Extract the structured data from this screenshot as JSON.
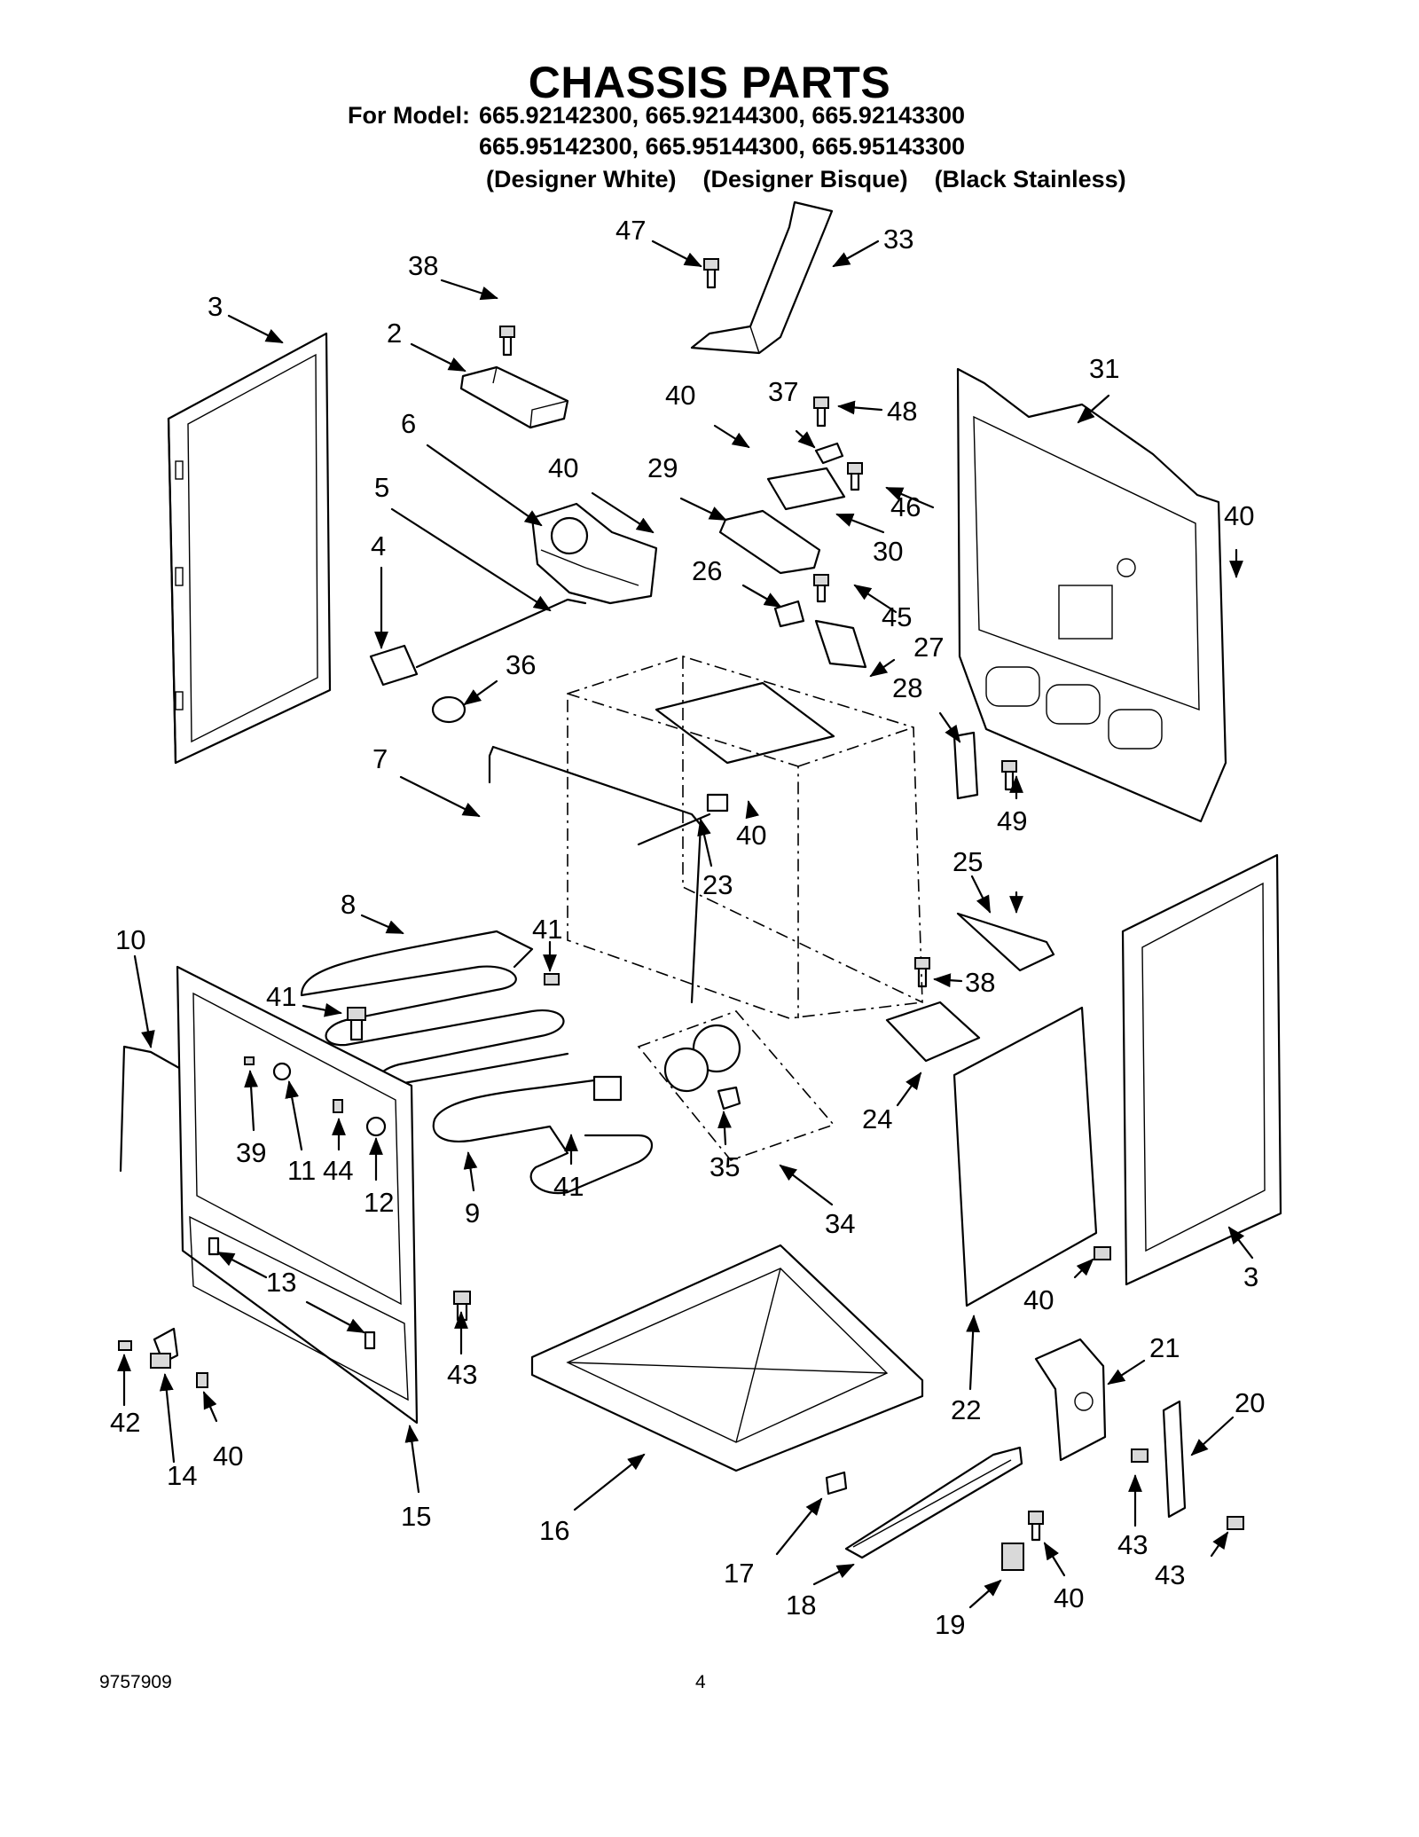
{
  "header": {
    "title": "CHASSIS PARTS",
    "for_model_label": "For Model:",
    "models_row1": "665.92142300, 665.92144300, 665.92143300",
    "models_row2": "665.95142300, 665.95144300, 665.95143300",
    "finishes": "(Designer White)    (Designer Bisque)    (Black Stainless)"
  },
  "footer": {
    "doc_number": "9757909",
    "page_number": "4"
  },
  "callouts": [
    {
      "id": "c47",
      "text": "47"
    },
    {
      "id": "c33",
      "text": "33"
    },
    {
      "id": "c3a",
      "text": "3"
    },
    {
      "id": "c38a",
      "text": "38"
    },
    {
      "id": "c2",
      "text": "2"
    },
    {
      "id": "c31",
      "text": "31"
    },
    {
      "id": "c40a",
      "text": "40"
    },
    {
      "id": "c37",
      "text": "37"
    },
    {
      "id": "c48",
      "text": "48"
    },
    {
      "id": "c6",
      "text": "6"
    },
    {
      "id": "c40b",
      "text": "40"
    },
    {
      "id": "c29",
      "text": "29"
    },
    {
      "id": "c46",
      "text": "46"
    },
    {
      "id": "c5",
      "text": "5"
    },
    {
      "id": "c40c",
      "text": "40"
    },
    {
      "id": "c30",
      "text": "30"
    },
    {
      "id": "c4",
      "text": "4"
    },
    {
      "id": "c26",
      "text": "26"
    },
    {
      "id": "c45",
      "text": "45"
    },
    {
      "id": "c27",
      "text": "27"
    },
    {
      "id": "c36",
      "text": "36"
    },
    {
      "id": "c28",
      "text": "28"
    },
    {
      "id": "c7",
      "text": "7"
    },
    {
      "id": "c40d",
      "text": "40"
    },
    {
      "id": "c49",
      "text": "49"
    },
    {
      "id": "c23",
      "text": "23"
    },
    {
      "id": "c25",
      "text": "25"
    },
    {
      "id": "c8",
      "text": "8"
    },
    {
      "id": "c41a",
      "text": "41"
    },
    {
      "id": "c10",
      "text": "10"
    },
    {
      "id": "c41b",
      "text": "41"
    },
    {
      "id": "c38b",
      "text": "38"
    },
    {
      "id": "c24",
      "text": "24"
    },
    {
      "id": "c39",
      "text": "39"
    },
    {
      "id": "c11",
      "text": "11"
    },
    {
      "id": "c44",
      "text": "44"
    },
    {
      "id": "c12",
      "text": "12"
    },
    {
      "id": "c35",
      "text": "35"
    },
    {
      "id": "c41c",
      "text": "41"
    },
    {
      "id": "c9",
      "text": "9"
    },
    {
      "id": "c34",
      "text": "34"
    },
    {
      "id": "c3b",
      "text": "3"
    },
    {
      "id": "c13",
      "text": "13"
    },
    {
      "id": "c40e",
      "text": "40"
    },
    {
      "id": "c43a",
      "text": "43"
    },
    {
      "id": "c21",
      "text": "21"
    },
    {
      "id": "c42",
      "text": "42"
    },
    {
      "id": "c14",
      "text": "14"
    },
    {
      "id": "c40f",
      "text": "40"
    },
    {
      "id": "c22",
      "text": "22"
    },
    {
      "id": "c20",
      "text": "20"
    },
    {
      "id": "c15",
      "text": "15"
    },
    {
      "id": "c16",
      "text": "16"
    },
    {
      "id": "c43b",
      "text": "43"
    },
    {
      "id": "c43c",
      "text": "43"
    },
    {
      "id": "c17",
      "text": "17"
    },
    {
      "id": "c18",
      "text": "18"
    },
    {
      "id": "c40g",
      "text": "40"
    },
    {
      "id": "c19",
      "text": "19"
    }
  ]
}
